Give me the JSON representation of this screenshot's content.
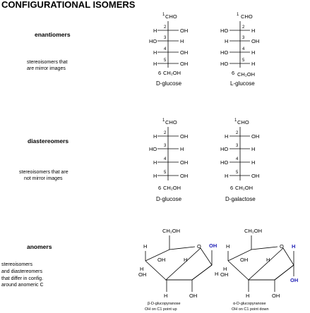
{
  "title": "CONFIGURATIONAL ISOMERS",
  "sections": [
    {
      "label": "enantiomers",
      "description": [
        "stereoisomers that",
        "are mirror images"
      ],
      "structures": [
        {
          "top": "CHO",
          "top_num": "1",
          "rows": [
            {
              "num": "2",
              "left": "H",
              "right": "OH"
            },
            {
              "num": "3",
              "left": "HO",
              "right": "H"
            },
            {
              "num": "4",
              "left": "H",
              "right": "OH"
            },
            {
              "num": "5",
              "left": "H",
              "right": "OH"
            }
          ],
          "bottom": "CH₂OH",
          "bottom_num": "6",
          "name": "D-glucose"
        },
        {
          "top": "CHO",
          "top_num": "1",
          "rows": [
            {
              "num": "2",
              "left": "HO",
              "right": "H"
            },
            {
              "num": "3",
              "left": "H",
              "right": "OH"
            },
            {
              "num": "4",
              "left": "HO",
              "right": "H"
            },
            {
              "num": "5",
              "left": "HO",
              "right": "H"
            }
          ],
          "bottom": "CH₂OH",
          "bottom_num": "6",
          "name": "L-glucose"
        }
      ]
    },
    {
      "label": "diastereomers",
      "description": [
        "stereoisomers that are",
        "not mirror images"
      ],
      "structures": [
        {
          "top": "CHO",
          "top_num": "1",
          "rows": [
            {
              "num": "2",
              "left": "H",
              "right": "OH"
            },
            {
              "num": "3",
              "left": "HO",
              "right": "H"
            },
            {
              "num": "4",
              "left": "H",
              "right": "OH"
            },
            {
              "num": "5",
              "left": "H",
              "right": "OH"
            }
          ],
          "bottom": "CH₂OH",
          "bottom_num": "6",
          "name": "D-glucose"
        },
        {
          "top": "CHO",
          "top_num": "1",
          "rows": [
            {
              "num": "2",
              "left": "H",
              "right": "OH"
            },
            {
              "num": "3",
              "left": "HO",
              "right": "H"
            },
            {
              "num": "4",
              "left": "HO",
              "right": "H"
            },
            {
              "num": "5",
              "left": "H",
              "right": "OH"
            }
          ],
          "bottom": "CH₂OH",
          "bottom_num": "6",
          "name": "D-galactose"
        }
      ]
    }
  ],
  "anomers": {
    "label": "anomers",
    "description": [
      "stereoisomers",
      "and diastereomers",
      "that differ in config.",
      "around anomeric C"
    ],
    "rings": [
      {
        "ch2oh": "CH₂OH",
        "ring_o": "O",
        "c5_h": "H",
        "c1_oh": "OH",
        "c1_h": "H",
        "c4_oh": "OH",
        "c4_h": "H",
        "c3_oh": "OH",
        "c3_h": "H",
        "c2_h": "H",
        "c2_oh": "OH",
        "caption": [
          "β-D-glucopyranose",
          "OH on C1 point up"
        ]
      },
      {
        "ch2oh": "CH₂OH",
        "ring_o": "O",
        "c5_h": "H",
        "c1_h": "H",
        "c1_oh": "OH",
        "c4_oh": "OH",
        "c4_h": "H",
        "c3_oh": "OH",
        "c3_h": "H",
        "c2_h": "H",
        "c2_oh": "OH",
        "caption": [
          "α-D-glucopyranose",
          "OH on C1 point down"
        ]
      }
    ],
    "colors": {
      "anomeric_oh": "#1f1fb5"
    }
  }
}
